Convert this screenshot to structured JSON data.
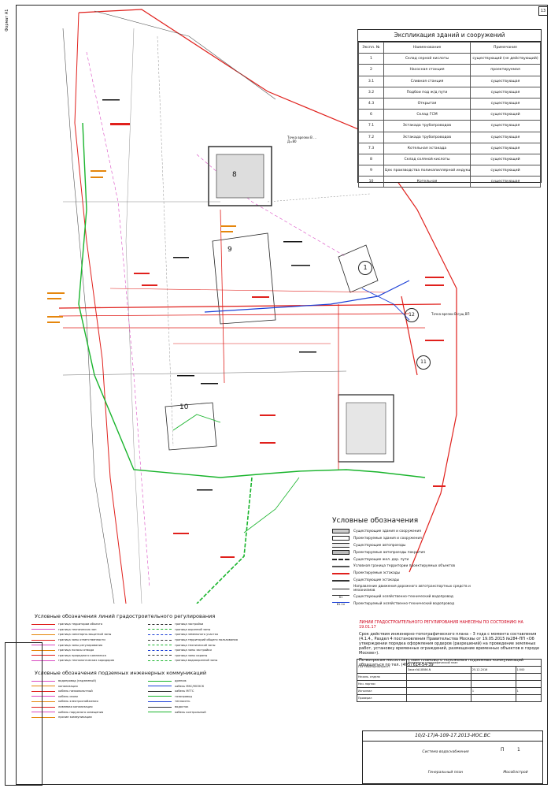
{
  "page_number": "13",
  "format_label": "Формат А1",
  "explication": {
    "title": "Экспликация зданий и сооружений",
    "headers": [
      "Экспл. №",
      "Наименование",
      "Примечание"
    ],
    "rows": [
      [
        "1",
        "Склад серной кислоты",
        "существующий (не действующий)"
      ],
      [
        "2",
        "Насосная станция",
        "проектируемая"
      ],
      [
        "3.1",
        "Сливная станция",
        "существующая"
      ],
      [
        "3.2",
        "Подбои под ж/д пути",
        "существующая"
      ],
      [
        "4.3",
        "Открытая",
        "существующая"
      ],
      [
        "6",
        "Склад ГСМ",
        "существующий"
      ],
      [
        "7.1",
        "Эстакада трубопроводов",
        "существующая"
      ],
      [
        "7.2",
        "Эстакада трубопроводов",
        "существующая"
      ],
      [
        "7.3",
        "Котельная эстакада",
        "существующая"
      ],
      [
        "8",
        "Склад соляной кислоты",
        "существующий"
      ],
      [
        "9",
        "Цех производства поликапиллярной индукции и ударка",
        "существующий"
      ],
      [
        "10",
        "Котельная",
        "существующая"
      ]
    ]
  },
  "map_labels": {
    "building_8": "8",
    "building_9": "9",
    "building_10": "10",
    "building_1": "1",
    "building_12": "12",
    "building_11": "11",
    "note_top": "Точка врезки В ... Д=80",
    "note_right": "Точка врезки В сущ ВП"
  },
  "main_legend": {
    "title": "Условные обозначения",
    "items": [
      "Существующие здания и сооружения",
      "Проектируемые здания и сооружения",
      "Существующие автопроезды",
      "Проектируемые автопроезды покрытия",
      "Существующие жел. дор. пути",
      "Условная граница территории проектируемых объектов",
      "Проектируемые эстакады",
      "Существующие эстакады",
      "Направление движения дорожного автотранспортных средств и механизмов",
      "Существующий хозяйственно-технический водопровод",
      "Проектируемый хозяйственно-технический водопровод"
    ],
    "line_codes": [
      "В1",
      "В1.1н"
    ]
  },
  "rules_legend": {
    "title": "Условные обозначения линий градостроительного регулирования",
    "items": [
      "граница территории объекта",
      "граница застройки",
      "граница технических зон",
      "граница охранной зоны",
      "граница санитарно-защитной зоны",
      "граница земельного участка",
      "граница зоны ответственности",
      "граница территорий общего пользования",
      "граница зоны регулирования",
      "граница технической зоны",
      "граница полосы отвода",
      "граница зоны застройки",
      "граница природного комплекса",
      "граница зоны охраны",
      "граница технологических коридоров",
      "граница водоохранной зоны"
    ]
  },
  "utilities_legend": {
    "title": "Условные обозначения подземных инженерных коммуникаций",
    "items": [
      "водопровод (надземный)",
      "дренаж",
      "канализация",
      "кабель МКС/МОЭСК",
      "кабель низковольтный",
      "кабель МГТС",
      "кабель связи",
      "газопровод",
      "кабель электроснабжения",
      "теплосеть",
      "ливневая канализация",
      "водосток",
      "кабель наружного освещения",
      "кабель контрольный",
      "прочие коммуникации"
    ]
  },
  "notes": {
    "heading": "Линии градостроительного регулирования нанесены по состоянию на 19.01.17",
    "body": "Срок действия инженерно-топографического плана – 3 года с момента составления (4.1.4., Раздел 4 постановления Правительства Москвы от 19.05.2015 №284-ПП «Об утверждении порядка оформления ордеров (разрешений) на проведение земляных работ, установку временных ограждений, размещение временных объектов в городе Москве»).",
    "contact": "По вопросам несоответствия планового положения подземных коммуникаций обращаться по тел. (495) 614-54-39"
  },
  "stamp": {
    "org": "ГБУ «Мосгоргеотрест»",
    "plan_name": "Инженерно-топографический план",
    "order": "Заказ №18586-N",
    "scale": "1:500",
    "sheet": "1",
    "sheets": "1",
    "date": "25.12.2016",
    "roles": [
      "Началь. отдела",
      "Нач. партии",
      "Исполнил",
      "Проверил"
    ]
  },
  "bottom_title": {
    "code": "10/2-17/А-109-17.2013-ИОС.ВС",
    "system": "Система водоснабжения",
    "drawing": "Генеральный план",
    "stage": "П",
    "sheet": "1",
    "company": "Мособлстрой"
  },
  "colors": {
    "red_lines": "#e0201c",
    "green_lines": "#19b42c",
    "blue_lines": "#1b3fd6",
    "orange_text": "#e5860c",
    "pink_lines": "#d94ac2",
    "gray_lines": "#666666"
  }
}
